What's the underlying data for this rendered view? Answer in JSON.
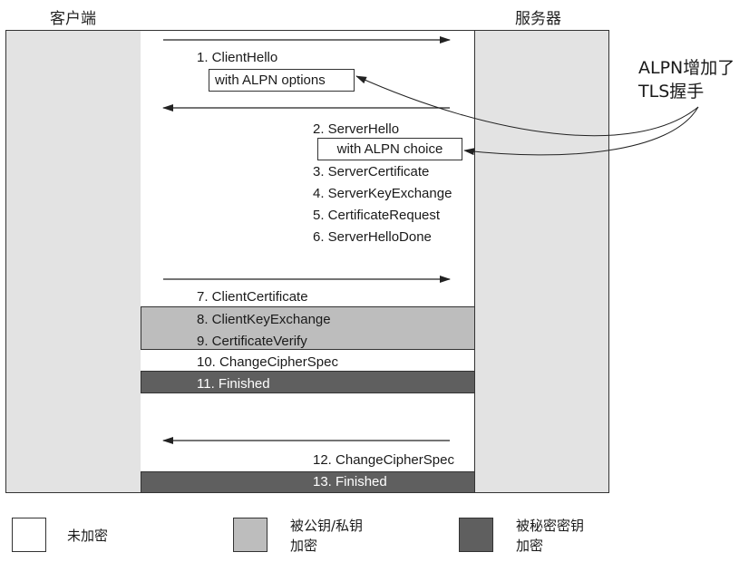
{
  "headers": {
    "client": "客户端",
    "server": "服务器"
  },
  "messages": {
    "m1": "1. ClientHello",
    "m1_box": "with ALPN options",
    "m2": "2. ServerHello",
    "m2_box": "with ALPN choice",
    "m3": "3. ServerCertificate",
    "m4": "4. ServerKeyExchange",
    "m5": "5. CertificateRequest",
    "m6": "6. ServerHelloDone",
    "m7": "7. ClientCertificate",
    "m8": "8. ClientKeyExchange",
    "m9": "9. CertificateVerify",
    "m10": "10. ChangeCipherSpec",
    "m11": "11. Finished",
    "m12": "12. ChangeCipherSpec",
    "m13": "13. Finished"
  },
  "annotation": {
    "line1": "ALPN增加了",
    "line2": "TLS握手"
  },
  "legend": {
    "unencrypted": "未加密",
    "pubkey_line1": "被公钥/私钥",
    "pubkey_line2": "加密",
    "secret_line1": "被秘密密钥",
    "secret_line2": "加密"
  },
  "colors": {
    "side_column": "#e3e3e3",
    "public_key_band": "#bdbdbd",
    "secret_key_band": "#5f5f5f"
  }
}
